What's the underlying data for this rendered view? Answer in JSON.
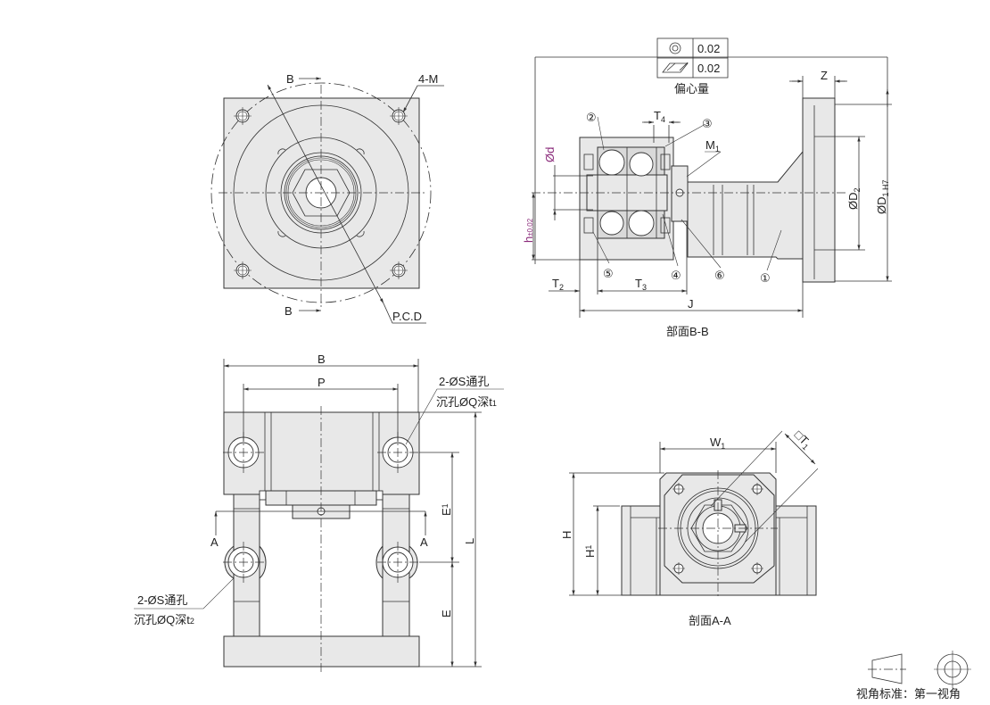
{
  "front_view": {
    "label_b_top": "B",
    "label_b_bottom": "B",
    "label_holes": "4-M",
    "label_pcd": "P.C.D"
  },
  "section_bb": {
    "tolerance": [
      {
        "symbol": "concentricity-icon",
        "value": "0.02"
      },
      {
        "symbol": "total-runout-icon",
        "value": "0.02"
      }
    ],
    "tolerance_caption": "偏心量",
    "parts": [
      "①",
      "②",
      "③",
      "④",
      "⑤",
      "⑥"
    ],
    "dims": {
      "z": "Z",
      "t4": "T",
      "t4_sub": "4",
      "m1": "M",
      "m1_sub": "1",
      "d": "Ød",
      "h": "h",
      "h_sub": "±0.02",
      "d2": "ØD",
      "d2_sub": "2",
      "d1": "ØD",
      "d1_sub": "1 H7",
      "t2": "T",
      "t2_sub": "2",
      "t3": "T",
      "t3_sub": "3",
      "j": "J"
    },
    "caption": "部面B-B"
  },
  "side_view": {
    "dims": {
      "b": "B",
      "p": "P",
      "e1": "E",
      "e1_sub": "1",
      "e": "E",
      "l": "L",
      "a_left": "A",
      "a_right": "A"
    },
    "note_top_1": "2-ØS通孔",
    "note_top_2": "沉孔ØQ深t",
    "note_top_2_sub": "1",
    "note_bottom_1": "2-ØS通孔",
    "note_bottom_2": "沉孔ØQ深t",
    "note_bottom_2_sub": "2"
  },
  "section_aa": {
    "dims": {
      "w1": "W",
      "w1_sub": "1",
      "t1": "□T",
      "t1_sub": "1",
      "h": "H",
      "h1": "H",
      "h1_sub": "1"
    },
    "caption": "剖面A-A"
  },
  "projection": {
    "label": "视角标准：第一视角"
  }
}
